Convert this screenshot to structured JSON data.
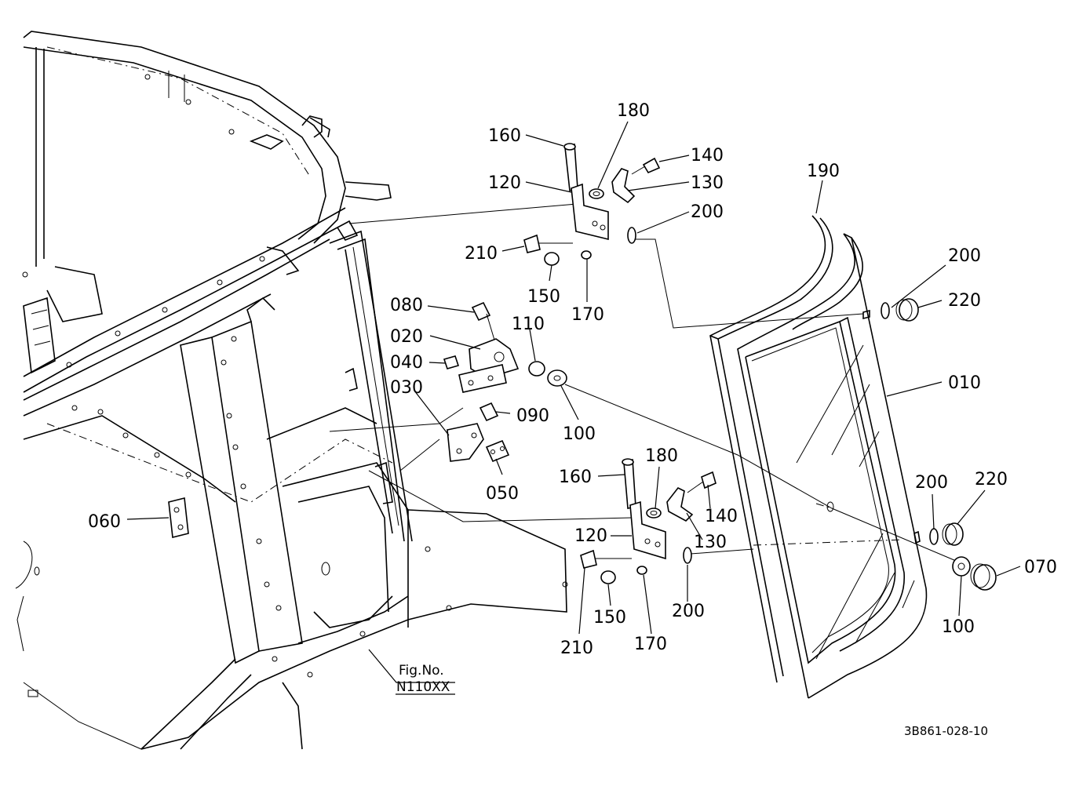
{
  "drawing_id": "3B861-028-10",
  "figure_ref": {
    "line1": "Fig.No.",
    "line2": "N110XX"
  },
  "callouts": [
    {
      "id": "c160a",
      "text": "160"
    },
    {
      "id": "c180a",
      "text": "180"
    },
    {
      "id": "c140a",
      "text": "140"
    },
    {
      "id": "c120a",
      "text": "120"
    },
    {
      "id": "c130a",
      "text": "130"
    },
    {
      "id": "c200a",
      "text": "200"
    },
    {
      "id": "c210a",
      "text": "210"
    },
    {
      "id": "c150a",
      "text": "150"
    },
    {
      "id": "c170a",
      "text": "170"
    },
    {
      "id": "c190",
      "text": "190"
    },
    {
      "id": "c200b",
      "text": "200"
    },
    {
      "id": "c220a",
      "text": "220"
    },
    {
      "id": "c080",
      "text": "080"
    },
    {
      "id": "c110",
      "text": "110"
    },
    {
      "id": "c020",
      "text": "020"
    },
    {
      "id": "c040",
      "text": "040"
    },
    {
      "id": "c030",
      "text": "030"
    },
    {
      "id": "c100a",
      "text": "100"
    },
    {
      "id": "c090",
      "text": "090"
    },
    {
      "id": "c010",
      "text": "010"
    },
    {
      "id": "c050",
      "text": "050"
    },
    {
      "id": "c060",
      "text": "060"
    },
    {
      "id": "c160b",
      "text": "160"
    },
    {
      "id": "c180b",
      "text": "180"
    },
    {
      "id": "c200c",
      "text": "200"
    },
    {
      "id": "c220b",
      "text": "220"
    },
    {
      "id": "c140b",
      "text": "140"
    },
    {
      "id": "c120b",
      "text": "120"
    },
    {
      "id": "c130b",
      "text": "130"
    },
    {
      "id": "c070",
      "text": "070"
    },
    {
      "id": "c150b",
      "text": "150"
    },
    {
      "id": "c200d",
      "text": "200"
    },
    {
      "id": "c100b",
      "text": "100"
    },
    {
      "id": "c210b",
      "text": "210"
    },
    {
      "id": "c170b",
      "text": "170"
    }
  ]
}
